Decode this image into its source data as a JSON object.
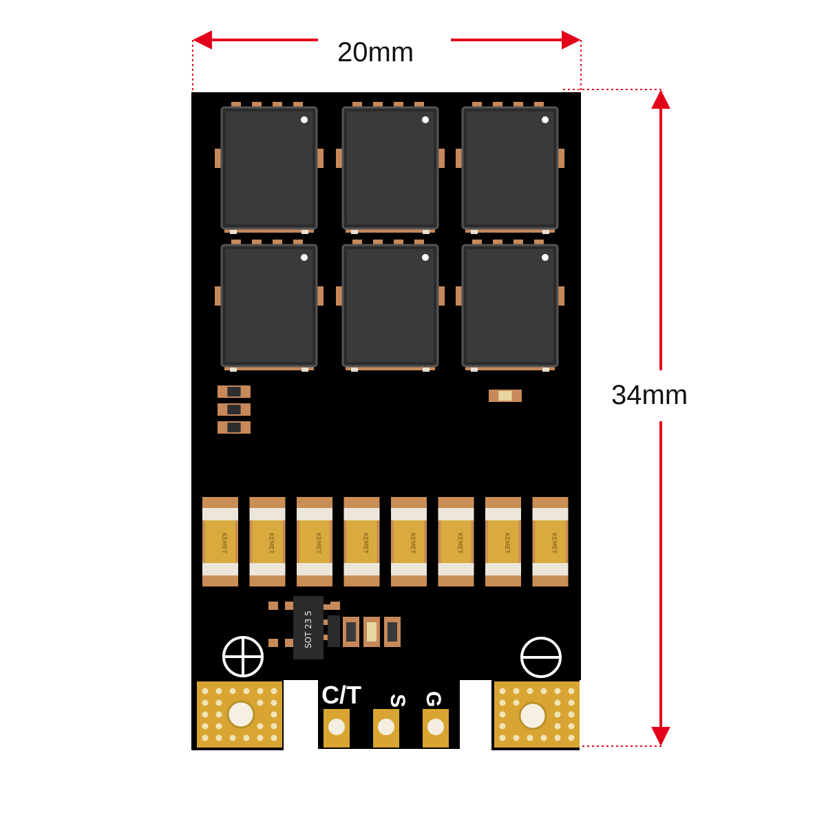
{
  "dimensions": {
    "width_label": "20mm",
    "height_label": "34mm",
    "line_color": "#e3001b"
  },
  "board": {
    "color": "#000000",
    "copper_color": "#c7895a",
    "gold_color": "#d9a532",
    "mosfet_count": 6,
    "capacitor_count": 8,
    "capacitor_marking": "KEMET",
    "regulator_marking": "SOT 23 5",
    "pads": {
      "signal_label": "C/T",
      "s_label": "S",
      "g_label": "G"
    }
  }
}
